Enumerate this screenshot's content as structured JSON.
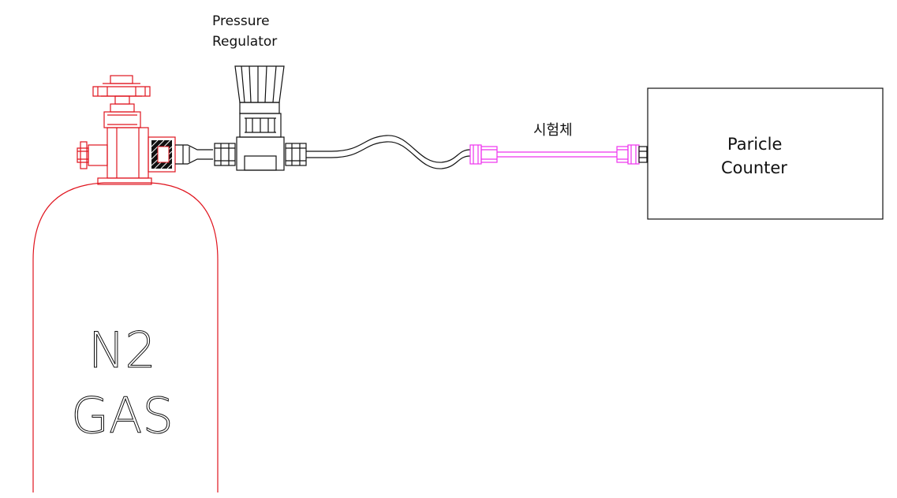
{
  "labels": {
    "regulator_line1": "Pressure",
    "regulator_line2": "Regulator",
    "specimen": "시험체",
    "counter_line1": "Paricle",
    "counter_line2": "Counter",
    "cylinder_line1": "N2",
    "cylinder_line2": "GAS"
  },
  "colors": {
    "line": "#111111",
    "cylinder": "#e0141e",
    "specimen": "#ee33ee",
    "hatch": "#111111"
  }
}
